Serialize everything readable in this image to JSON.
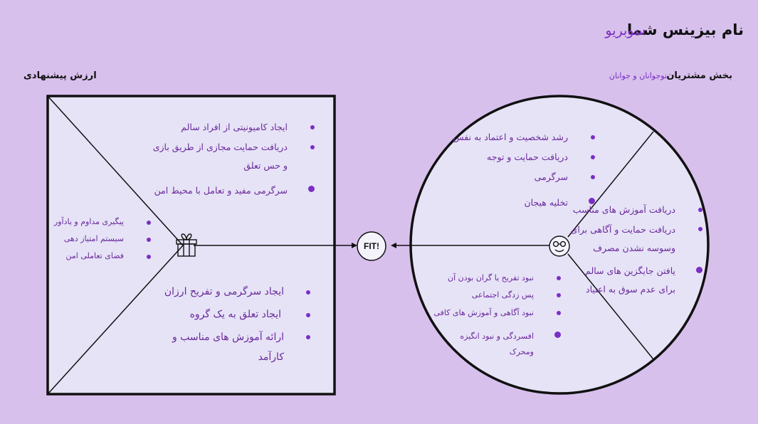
{
  "header": {
    "title": "نام بیزینس شما",
    "business_name": "سوبریو"
  },
  "customer_segment": {
    "heading": "بخش مشتریان",
    "value": "نوجوانان و جوانان"
  },
  "value_proposition": {
    "heading": "ارزش پیشنهادی"
  },
  "fit_label": "FIT!",
  "gain_creators": [
    "ایجاد کامیونیتی از افراد سالم",
    "دریافت حمایت مجازی از طریق بازی",
    "و حس تعلق",
    "سرگرمی مفید و تعامل با محیط امن"
  ],
  "products_services": [
    "پیگیری مداوم و یادآور",
    "سیستم امتیاز دهی",
    "فضای تعاملی امن"
  ],
  "pain_relievers": [
    "ایجاد سرگرمی و تفریح ارزان",
    "ایجاد تعلق به یک گروه",
    "ارائه آموزش های مناسب و",
    "کارآمد"
  ],
  "gains": [
    "رشد شخصیت و اعتماد به نفس",
    "دریافت حمایت و توجه",
    "سرگرمی",
    "تخلیه هیجان"
  ],
  "customer_jobs": [
    "دریافت آموزش های مناسب",
    "دریافت حمایت و آگاهی برای",
    "وسوسه نشدن مصرف",
    "یافتن جایگزین های سالم",
    "برای عدم سوق به اعتیاد"
  ],
  "pains": [
    "نبود تفریح یا گران بودن آن",
    "پس زدگی اجتماعی",
    "نبود آگاهی و آموزش های کافی",
    "افسردگی و نبود انگیزه",
    "ومحرک"
  ],
  "colors": {
    "background": "#d8c0ed",
    "panel": "#e6e3f7",
    "accent": "#7a2fc4",
    "line": "#111111"
  }
}
